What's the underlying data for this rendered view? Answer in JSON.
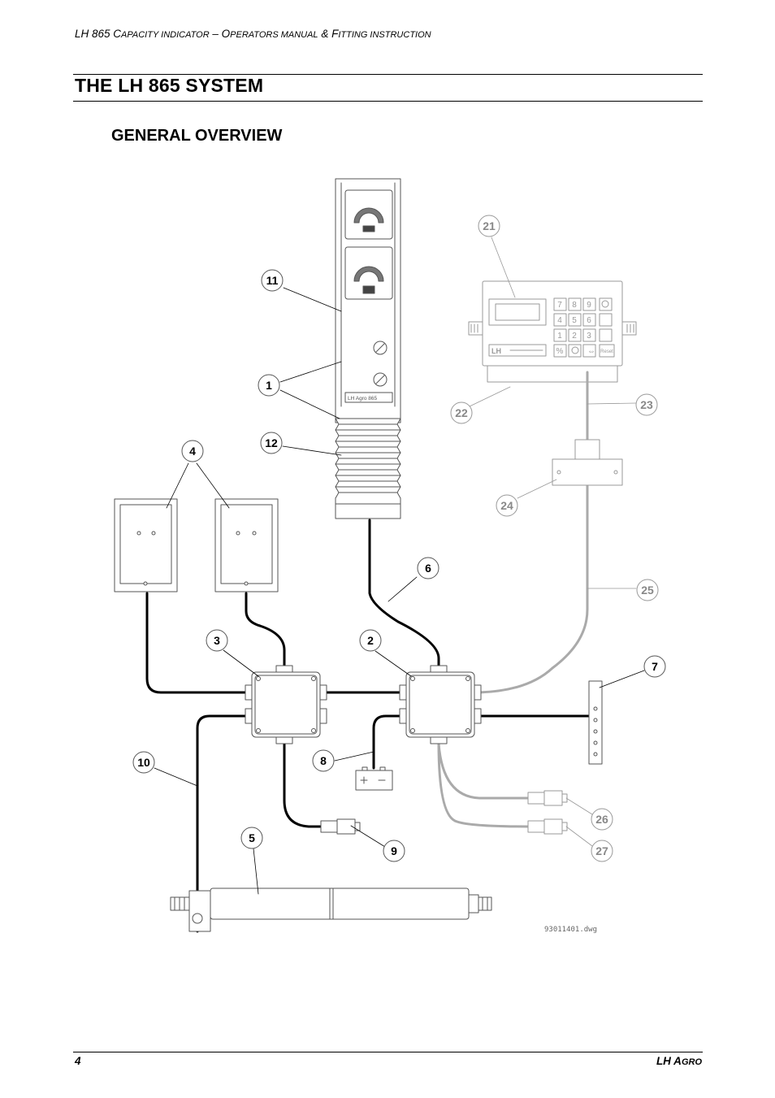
{
  "header": {
    "lead": "LH 865 C",
    "sc1": "apacity indicator",
    "dash": " – O",
    "sc2": "perators manual",
    "amp": " & F",
    "sc3": "itting instruction"
  },
  "title": "THE LH 865 SYSTEM",
  "subtitle": "GENERAL OVERVIEW",
  "figure": {
    "callouts": {
      "c1": "1",
      "c2": "2",
      "c3": "3",
      "c4": "4",
      "c5": "5",
      "c6": "6",
      "c7": "7",
      "c8": "8",
      "c9": "9",
      "c10": "10",
      "c11": "11",
      "c12": "12",
      "c21": "21",
      "c22": "22",
      "c23": "23",
      "c24": "24",
      "c25": "25",
      "c26": "26",
      "c27": "27"
    },
    "drawing_id": "93011401.dwg",
    "keypad": {
      "k1": "7",
      "k2": "8",
      "k3": "9",
      "k4": "4",
      "k5": "5",
      "k6": "6",
      "k7": "1",
      "k8": "2",
      "k9": "3",
      "k10": "%",
      "k11": "⇔",
      "k12": "Reset"
    },
    "display_logo": "LH",
    "column_logo": "LH Agro 865"
  },
  "footer": {
    "page": "4",
    "brand_lead": "LH A",
    "brand_sc": "gro"
  }
}
